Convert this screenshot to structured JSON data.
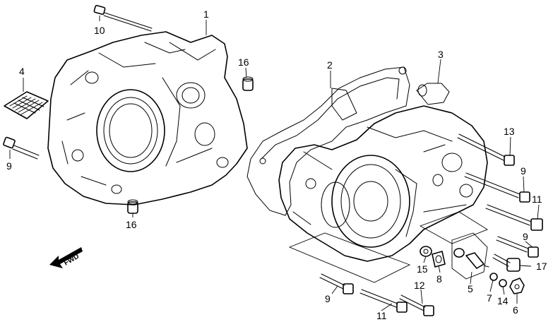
{
  "diagram": {
    "callouts": [
      "10",
      "1",
      "4",
      "16",
      "9",
      "16",
      "2",
      "3",
      "13",
      "9",
      "11",
      "9",
      "17",
      "15",
      "8",
      "5",
      "7",
      "14",
      "6",
      "12",
      "9",
      "11"
    ],
    "fwd_label": "FWD"
  }
}
